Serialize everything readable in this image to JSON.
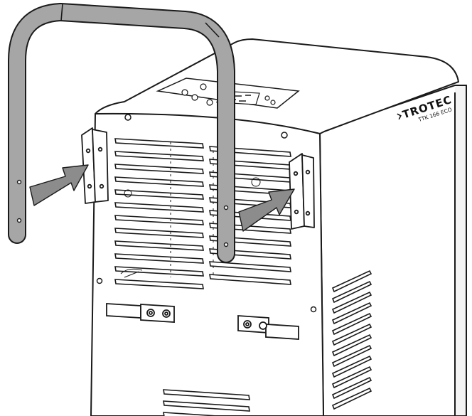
{
  "device": {
    "brand": "TROTEC",
    "model": "TTK 166 ECO"
  },
  "colors": {
    "handle_fill": "#a6a6a6",
    "arrow_fill": "#8c8c8c",
    "outline": "#1a1a1a",
    "body_fill": "#ffffff"
  },
  "icons": [
    "handle-tube",
    "mounting-bracket",
    "insert-arrow",
    "air-grille",
    "cable-holder"
  ]
}
